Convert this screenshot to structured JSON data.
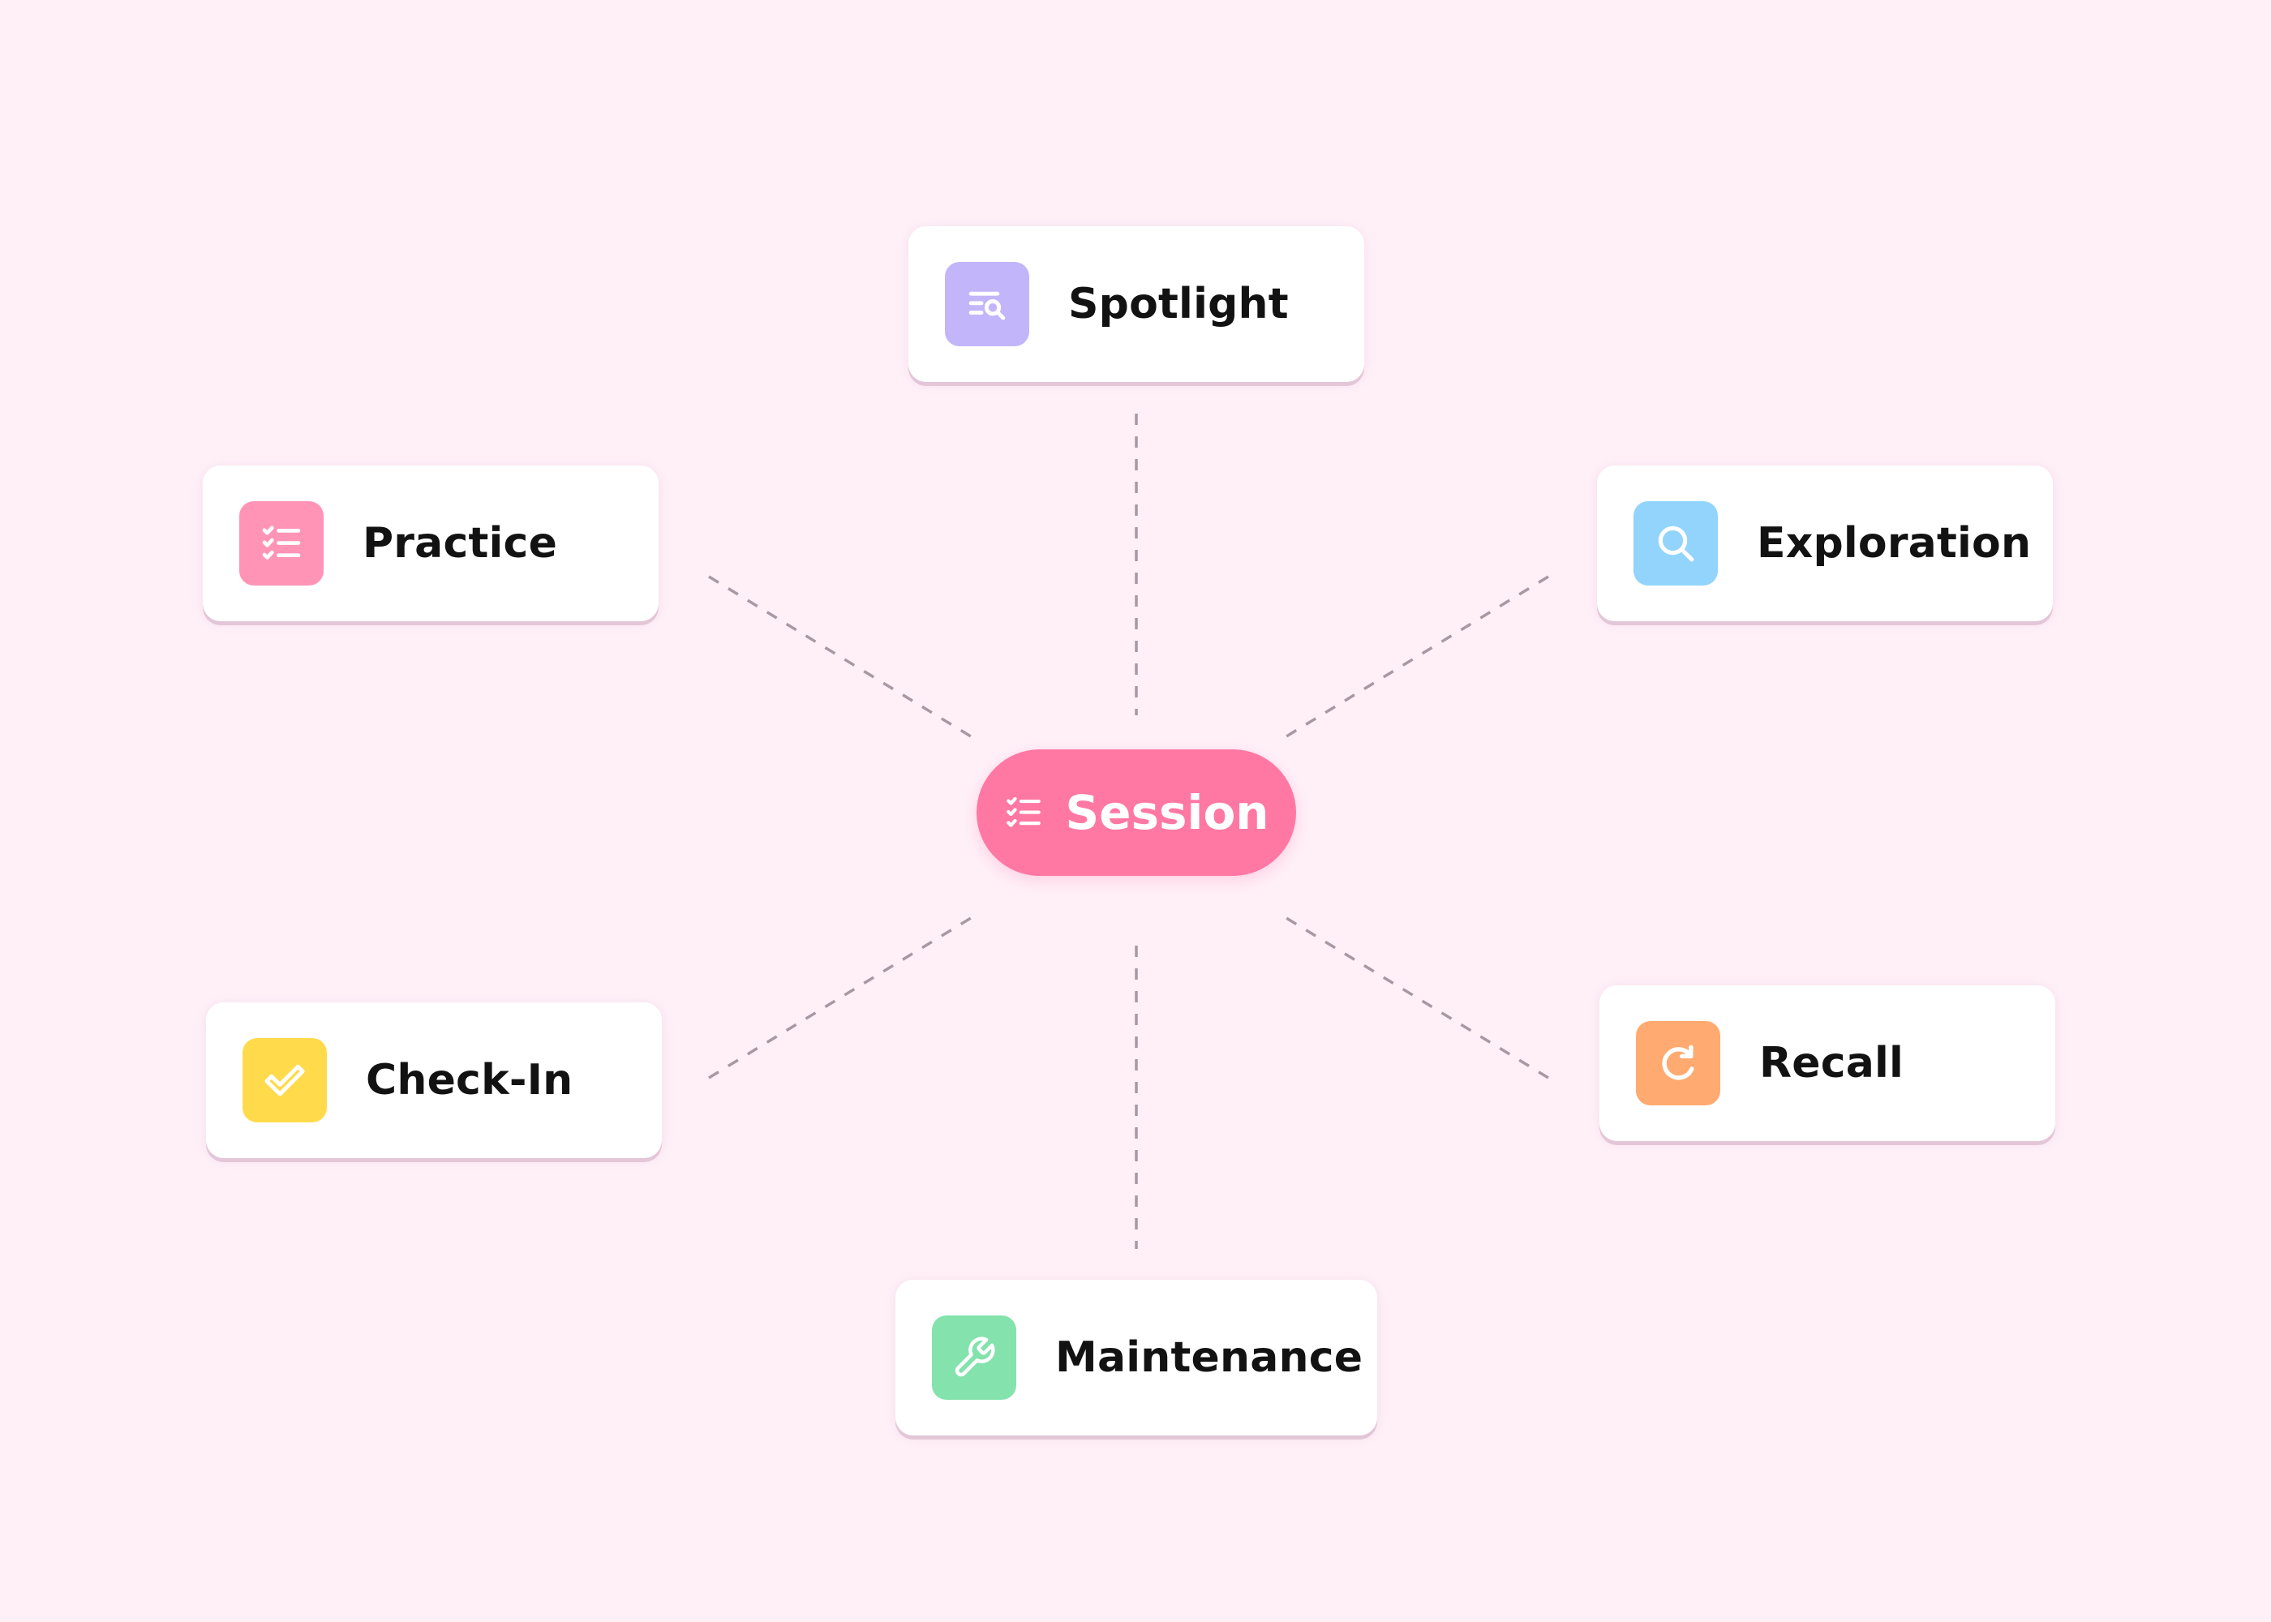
{
  "center": {
    "label": "Session",
    "icon": "checklist-icon",
    "color": "#ff78a4"
  },
  "nodes": [
    {
      "id": "spotlight",
      "label": "Spotlight",
      "icon": "list-search-icon",
      "color": "#c2b5fa"
    },
    {
      "id": "practice",
      "label": "Practice",
      "icon": "checklist-icon",
      "color": "#ff94b7"
    },
    {
      "id": "exploration",
      "label": "Exploration",
      "icon": "magnifier-icon",
      "color": "#92d4fc"
    },
    {
      "id": "check-in",
      "label": "Check-In",
      "icon": "checkmark-icon",
      "color": "#ffdb4c"
    },
    {
      "id": "recall",
      "label": "Recall",
      "icon": "refresh-icon",
      "color": "#ffaa70"
    },
    {
      "id": "maintenance",
      "label": "Maintenance",
      "icon": "wrench-icon",
      "color": "#84e2ad"
    }
  ]
}
